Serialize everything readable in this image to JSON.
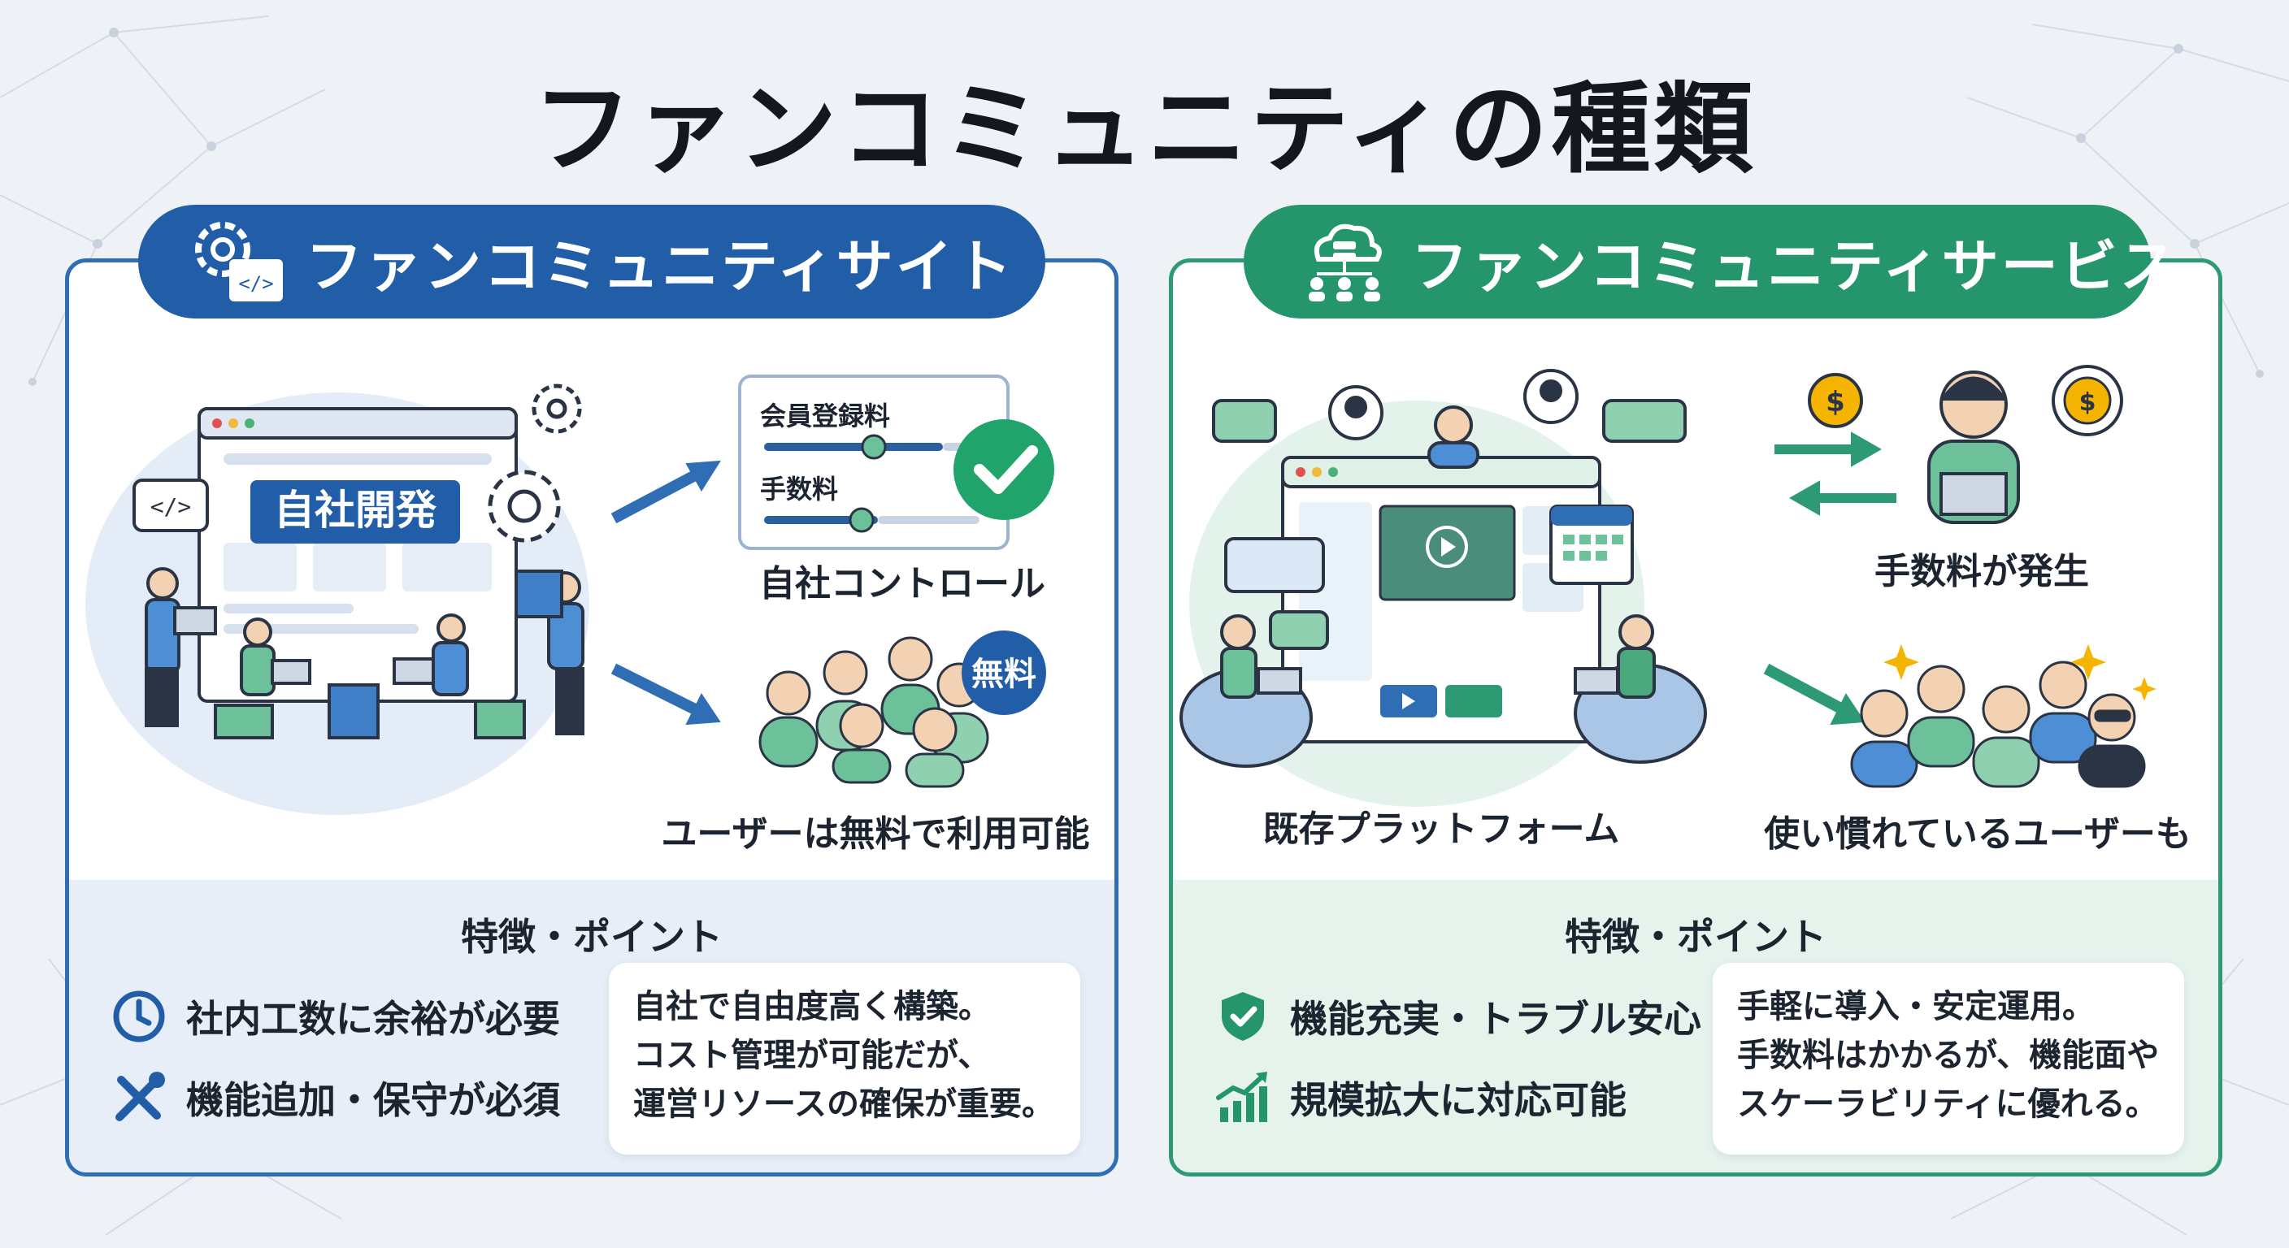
{
  "title": "ファンコミュニティの種類",
  "left_panel": {
    "heading": "ファンコミュニティサイト",
    "screen_label": "自社開発",
    "fee_card": {
      "row1": "会員登録料",
      "row2": "手数料"
    },
    "control_caption": "自社コントロール",
    "free_badge": "無料",
    "users_caption": "ユーザーは無料で利用可能",
    "points_title": "特徴・ポイント",
    "points": [
      "社内工数に余裕が必要",
      "機能追加・保守が必須"
    ],
    "note_lines": [
      "自社で自由度高く構築。",
      "コスト管理が可能だが、",
      "運営リソースの確保が重要。"
    ]
  },
  "right_panel": {
    "heading": "ファンコミュニティサービス",
    "platform_caption": "既存プラットフォーム",
    "fee_caption": "手数料が発生",
    "users_caption": "使い慣れているユーザーも",
    "points_title": "特徴・ポイント",
    "points": [
      "機能充実・トラブル安心",
      "規模拡大に対応可能"
    ],
    "note_lines": [
      "手軽に導入・安定運用。",
      "手数料はかかるが、機能面や",
      "スケーラビリティに優れる。"
    ]
  },
  "icons": {
    "left_heading": "gear-code-icon",
    "right_heading": "cloud-users-icon",
    "left_points": [
      "clock-icon",
      "tools-icon"
    ],
    "right_points": [
      "shield-check-icon",
      "growth-chart-icon"
    ]
  },
  "colors": {
    "blue": "#225ea8",
    "green": "#25956c",
    "background": "#eef1f6",
    "coin": "#f4b400"
  }
}
